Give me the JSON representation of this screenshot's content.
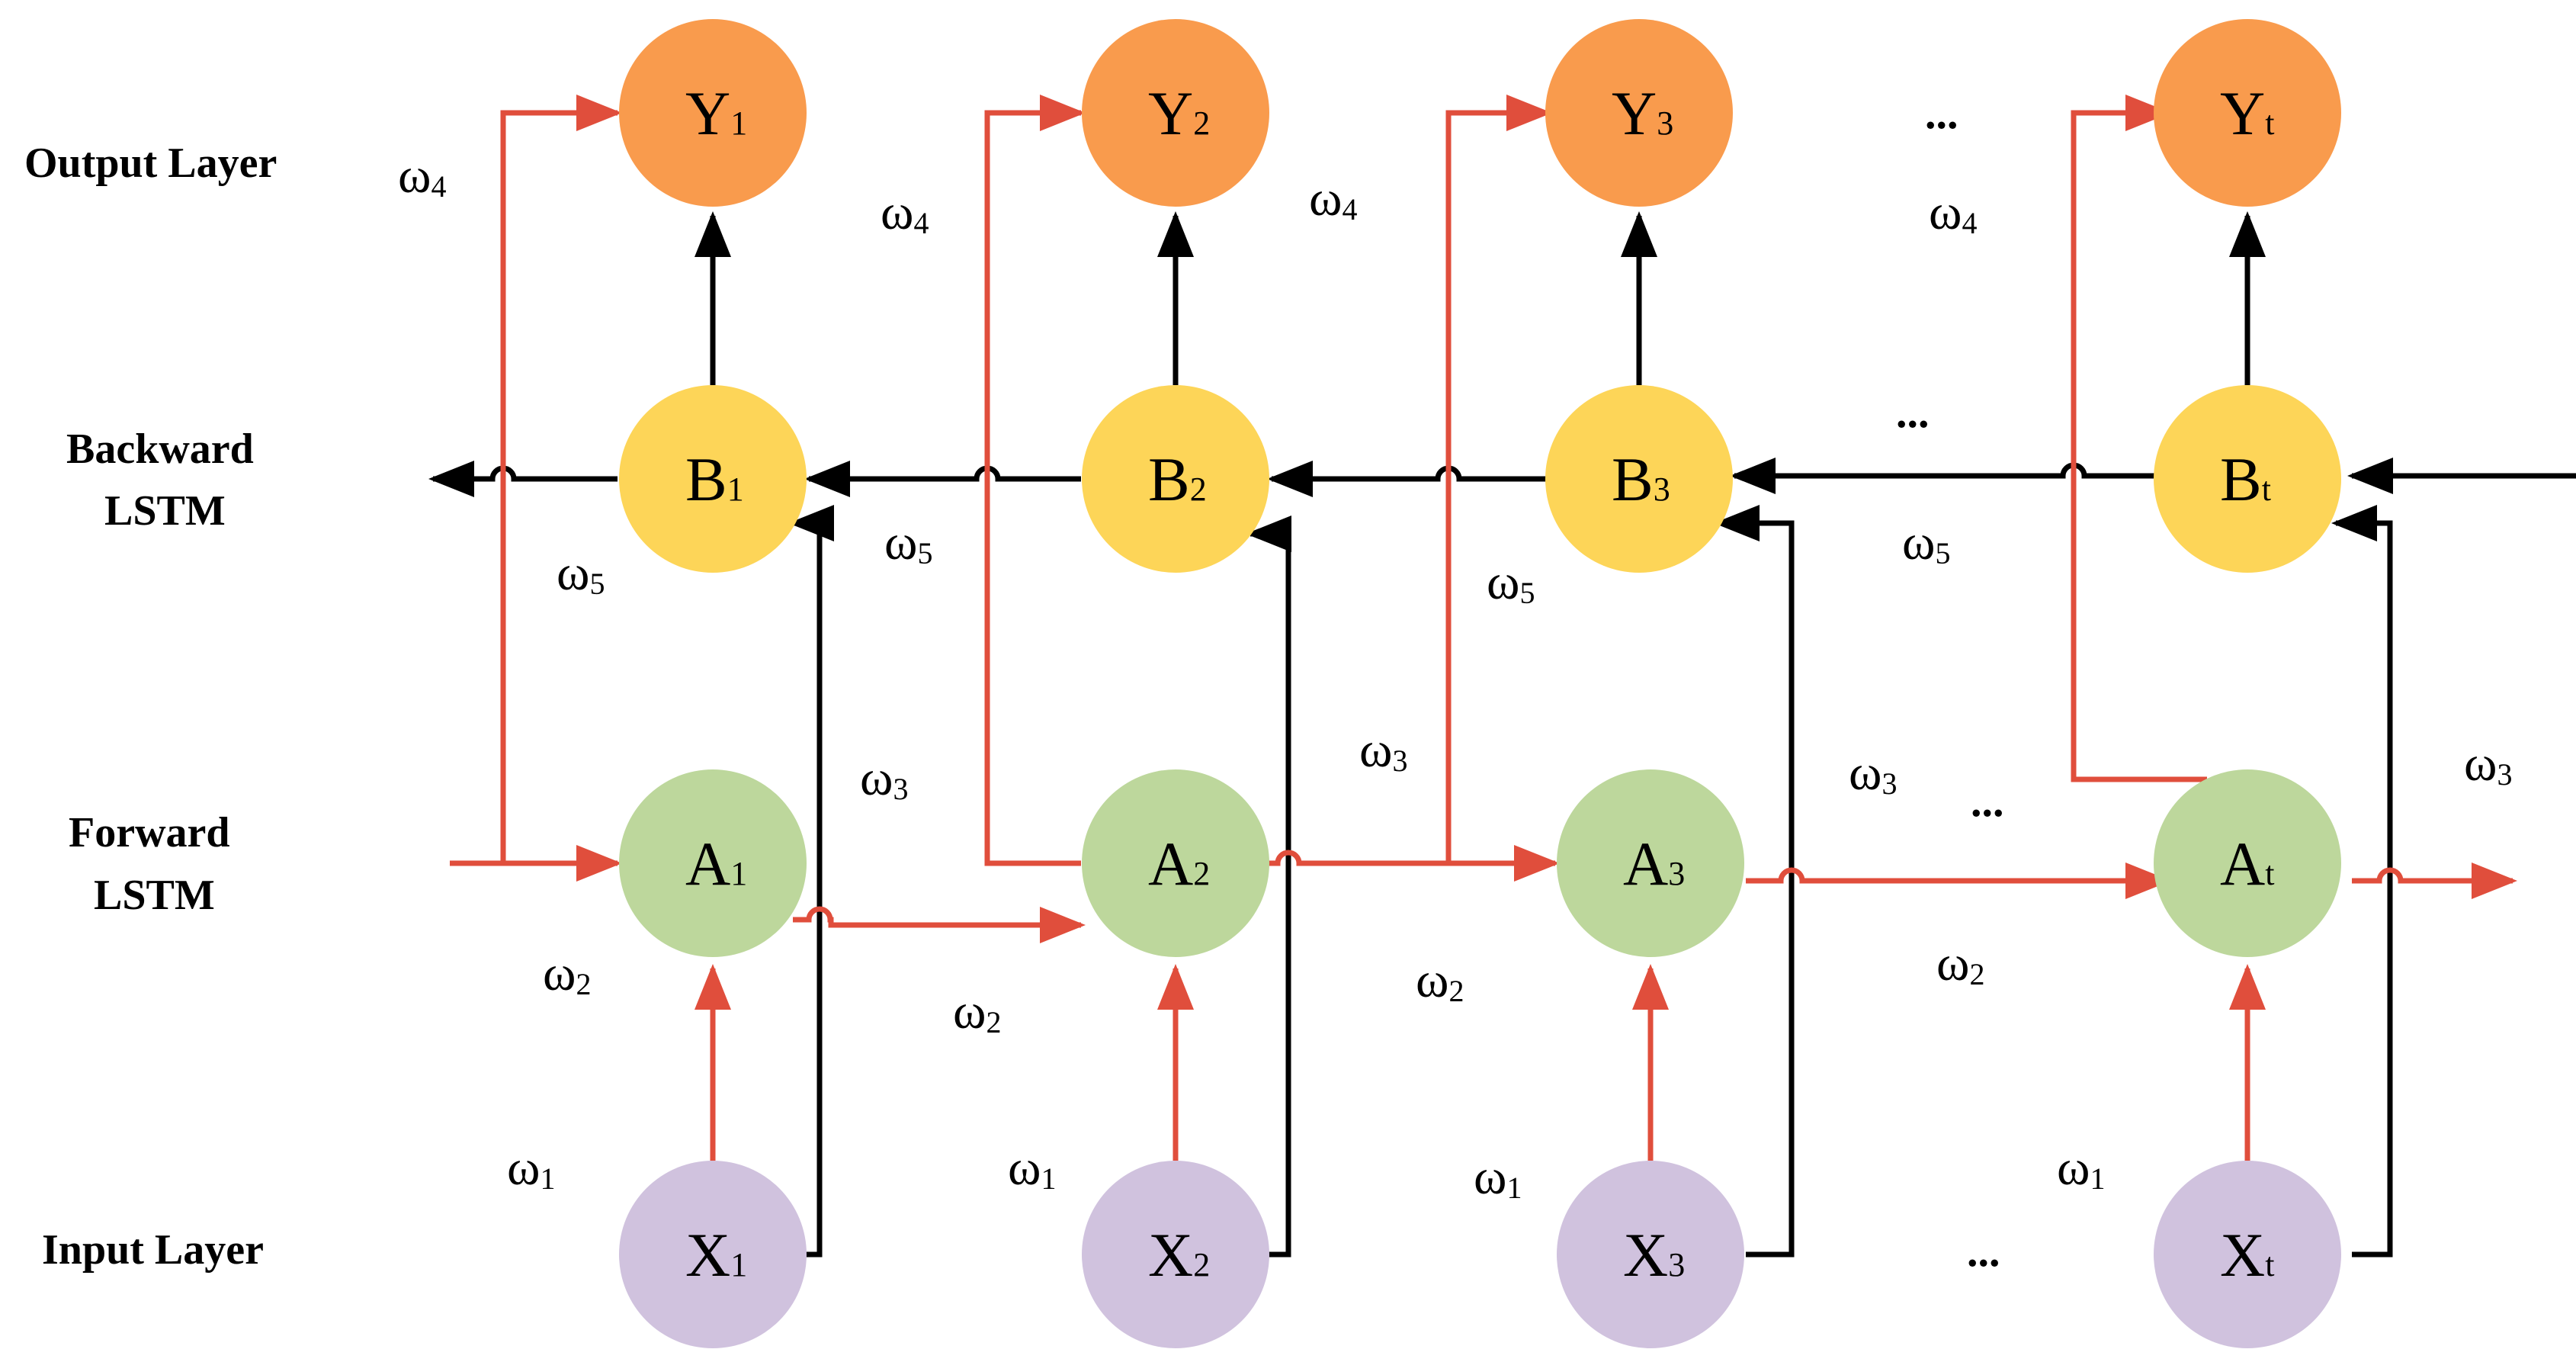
{
  "layers": {
    "output": "Output Layer",
    "backward_1": "Backward",
    "backward_2": "LSTM",
    "forward_1": "Forward",
    "forward_2": "LSTM",
    "input": "Input Layer"
  },
  "nodes": {
    "y": [
      {
        "letter": "Y",
        "sub": "1"
      },
      {
        "letter": "Y",
        "sub": "2"
      },
      {
        "letter": "Y",
        "sub": "3"
      },
      {
        "letter": "Y",
        "sub": "t"
      }
    ],
    "b": [
      {
        "letter": "B",
        "sub": "1"
      },
      {
        "letter": "B",
        "sub": "2"
      },
      {
        "letter": "B",
        "sub": "3"
      },
      {
        "letter": "B",
        "sub": "t"
      }
    ],
    "a": [
      {
        "letter": "A",
        "sub": "1"
      },
      {
        "letter": "A",
        "sub": "2"
      },
      {
        "letter": "A",
        "sub": "3"
      },
      {
        "letter": "A",
        "sub": "t"
      }
    ],
    "x": [
      {
        "letter": "X",
        "sub": "1"
      },
      {
        "letter": "X",
        "sub": "2"
      },
      {
        "letter": "X",
        "sub": "3"
      },
      {
        "letter": "X",
        "sub": "t"
      }
    ]
  },
  "weights": {
    "omega": "ω",
    "w1": "1",
    "w2": "2",
    "w3": "3",
    "w4": "4",
    "w5": "5"
  },
  "ellipsis": "...",
  "colors": {
    "output": "#F99B4D",
    "backward": "#FDD558",
    "forward": "#BDD79C",
    "input": "#D0C2DE",
    "red_arrow": "#E04E3C",
    "black_arrow": "#000000"
  }
}
